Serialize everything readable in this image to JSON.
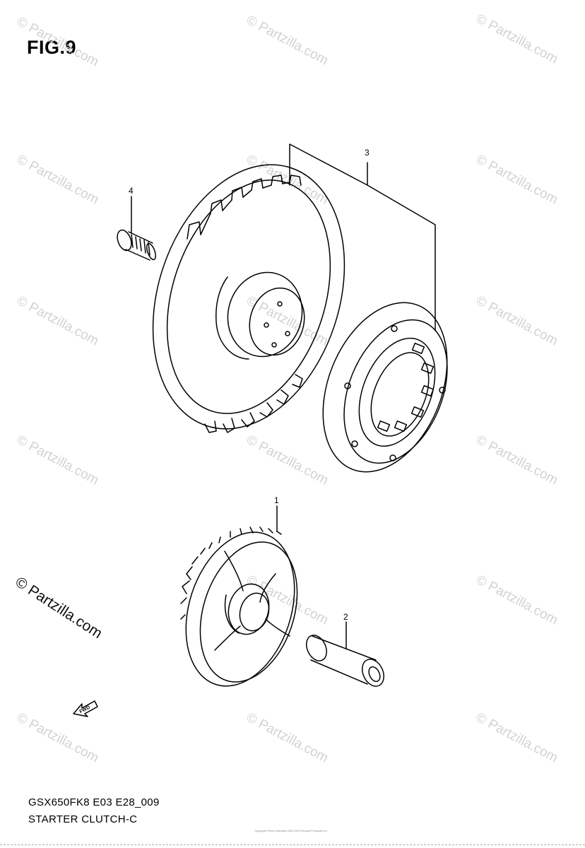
{
  "figure": {
    "title": "FIG.9",
    "model_code": "GSX650FK8 E03 E28_009",
    "section_name": "STARTER CLUTCH-C",
    "copyright_text": "Copyright Parts Ordinator 2004-2019 Sunset Products Inc."
  },
  "watermark": {
    "text": "© Partzilla.com",
    "color": "#d2d2d2"
  },
  "brand": {
    "text": "© Partzilla.com"
  },
  "callouts": [
    {
      "number": "1"
    },
    {
      "number": "2"
    },
    {
      "number": "3"
    },
    {
      "number": "4"
    }
  ],
  "fwd_arrow": {
    "label": "FWD"
  }
}
